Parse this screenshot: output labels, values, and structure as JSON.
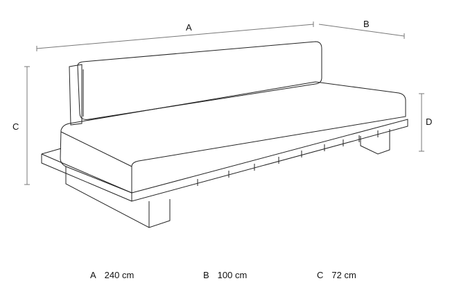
{
  "labels": {
    "a": "A",
    "b": "B",
    "c": "C",
    "d": "D"
  },
  "dimensions": [
    {
      "letter": "A",
      "value": "240 cm"
    },
    {
      "letter": "B",
      "value": "100 cm"
    },
    {
      "letter": "C",
      "value": "72 cm"
    }
  ]
}
